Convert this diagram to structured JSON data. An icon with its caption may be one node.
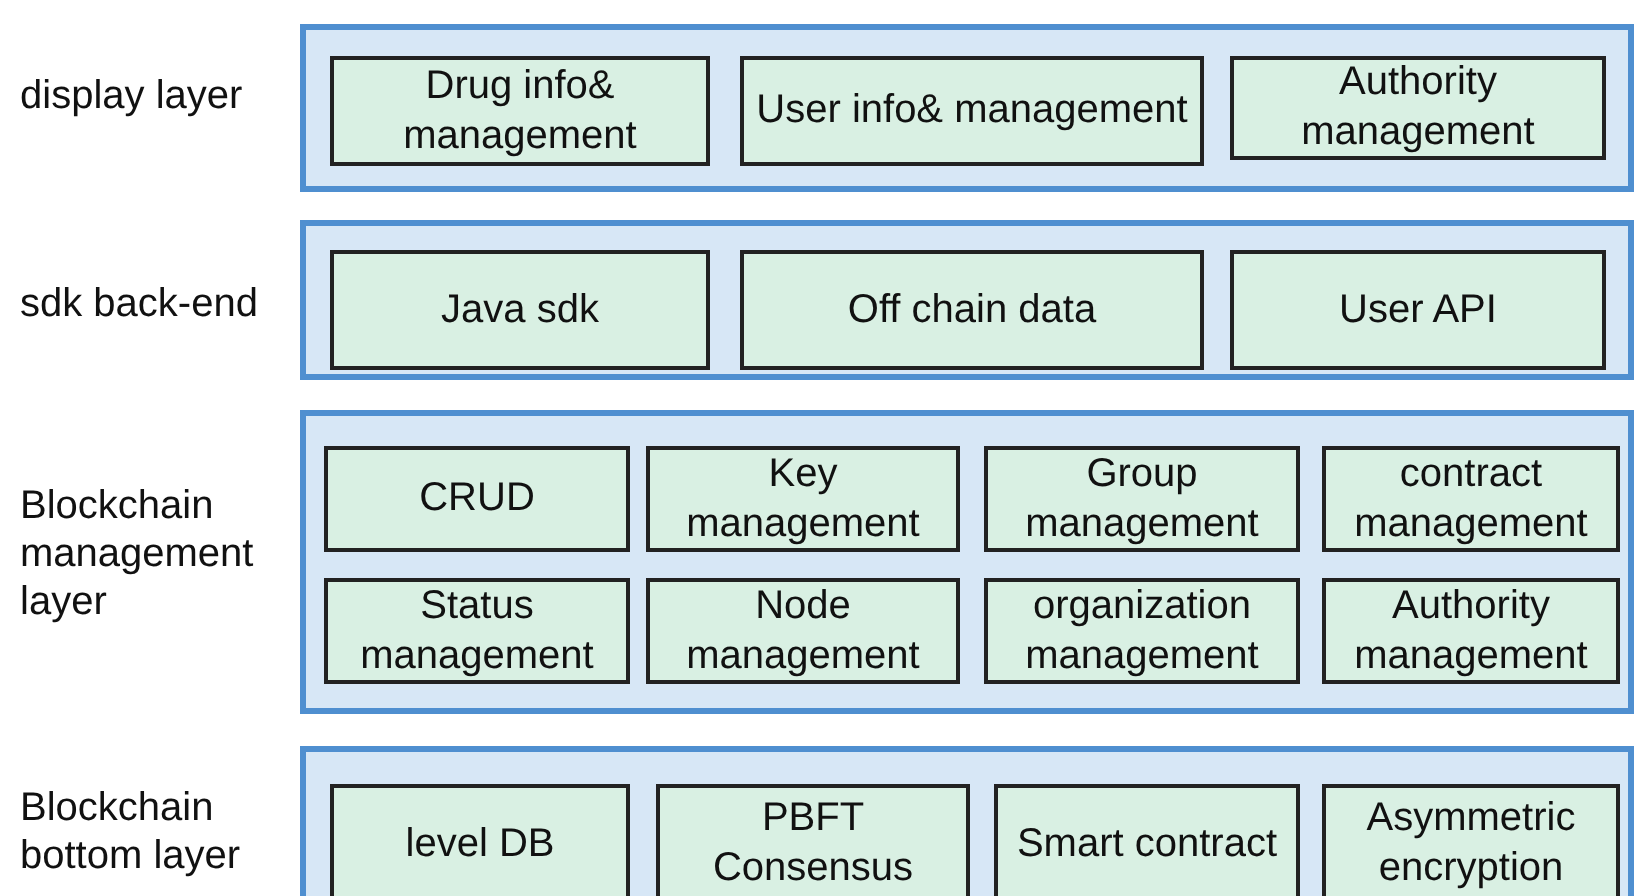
{
  "diagram": {
    "nodes": [
      {
        "text": [
          "display layer"
        ]
      },
      {
        "text": [
          "Drug info& management"
        ],
        "in": 0
      },
      {
        "text": [
          "User info& management"
        ],
        "in": 0
      },
      {
        "text": [
          "Authority management"
        ],
        "in": 0
      },
      {
        "text": [
          "sdk back-end"
        ]
      },
      {
        "text": [
          "Java sdk"
        ],
        "in": 4
      },
      {
        "text": [
          "Off chain data"
        ],
        "in": 4
      },
      {
        "text": [
          "User API"
        ],
        "in": 4
      },
      {
        "text": [
          "Blockchain management layer"
        ]
      },
      {
        "text": [
          "CRUD"
        ],
        "in": 8
      },
      {
        "text": [
          "Key management"
        ],
        "in": 8
      },
      {
        "text": [
          "Group management"
        ],
        "in": 8
      },
      {
        "text": [
          "contract management"
        ],
        "in": 8
      },
      {
        "text": [
          "Status management"
        ],
        "in": 8
      },
      {
        "text": [
          "Node management"
        ],
        "in": 8
      },
      {
        "text": [
          "organization management"
        ],
        "in": 8
      },
      {
        "text": [
          "Authority management"
        ],
        "in": 8
      },
      {
        "text": [
          "Blockchain bottom layer"
        ]
      },
      {
        "text": [
          "level DB"
        ],
        "in": 17
      },
      {
        "text": [
          "PBFT Consensus"
        ],
        "in": 17
      },
      {
        "text": [
          "Smart contract"
        ],
        "in": 17
      },
      {
        "text": [
          "Asymmetric encryption"
        ],
        "in": 17
      }
    ],
    "edges": []
  }
}
